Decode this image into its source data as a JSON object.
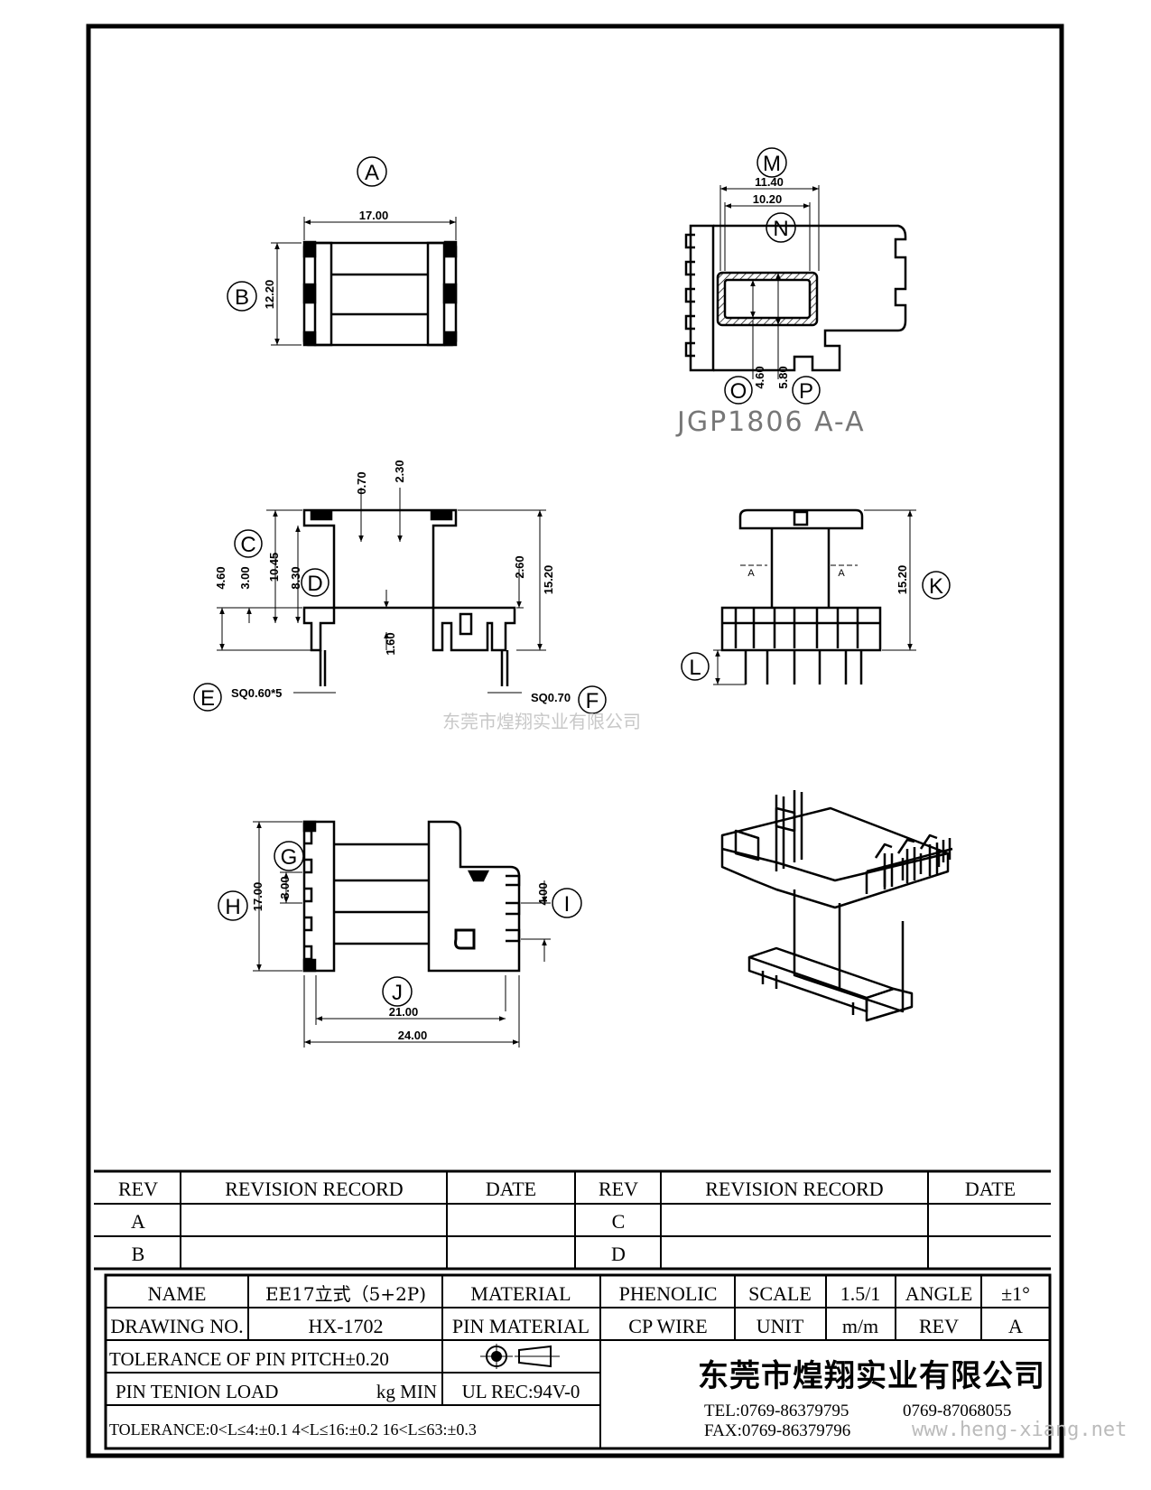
{
  "views": {
    "top": {
      "label_a": "A",
      "label_b": "B",
      "dim_width": "17.00",
      "dim_height": "12.20"
    },
    "section": {
      "label_m": "M",
      "label_n": "N",
      "label_o": "O",
      "label_p": "P",
      "dim_m": "11.40",
      "dim_n": "10.20",
      "dim_o": "4.60",
      "dim_p": "5.80",
      "title": "JGP1806  A-A"
    },
    "front": {
      "label_c": "C",
      "label_d": "D",
      "label_e": "E",
      "label_f": "F",
      "dim_070": "0.70",
      "dim_230": "2.30",
      "dim_460": "4.60",
      "dim_300": "3.00",
      "dim_1045": "10.45",
      "dim_830": "8.30",
      "dim_260": "2.60",
      "dim_1520": "15.20",
      "dim_160": "1.60",
      "pin_e": "SQ0.60*5",
      "pin_f": "SQ0.70"
    },
    "side": {
      "label_k": "K",
      "label_l": "L",
      "dim_1520": "15.20",
      "section_mark": "A"
    },
    "bottom": {
      "label_g": "G",
      "label_h": "H",
      "label_i": "I",
      "label_j": "J",
      "dim_1700": "17.00",
      "dim_300": "3.00",
      "dim_400": "4.00",
      "dim_2100": "21.00",
      "dim_2400": "24.00"
    }
  },
  "watermark": "东莞市煌翔实业有限公司",
  "revision_table": {
    "headers": [
      "REV",
      "REVISION RECORD",
      "DATE",
      "REV",
      "REVISION RECORD",
      "DATE"
    ],
    "rows": [
      [
        "A",
        "",
        "",
        "C",
        "",
        ""
      ],
      [
        "B",
        "",
        "",
        "D",
        "",
        ""
      ]
    ]
  },
  "title_block": {
    "name_label": "NAME",
    "name_value": "EE17立式（5+2P)",
    "material_label": "MATERIAL",
    "material_value": "PHENOLIC",
    "scale_label": "SCALE",
    "scale_value": "1.5/1",
    "angle_label": "ANGLE",
    "angle_value": "±1°",
    "drawing_no_label": "DRAWING NO.",
    "drawing_no_value": "HX-1702",
    "pin_material_label": "PIN MATERIAL",
    "pin_material_value": "CP WIRE",
    "unit_label": "UNIT",
    "unit_value": "m/m",
    "rev_label": "REV",
    "rev_value": "A",
    "tolerance_pitch": "TOLERANCE OF PIN PITCH±0.20",
    "pin_tenion_label": "PIN TENION LOAD",
    "pin_tenion_unit": "kg MIN",
    "ul": "UL REC:94V-0",
    "tolerance": "TOLERANCE:0<L≤4:±0.1  4<L≤16:±0.2  16<L≤63:±0.3",
    "company": "东莞市煌翔实业有限公司",
    "tel": "TEL:0769-86379795",
    "tel2": "0769-87068055",
    "fax": "FAX:0769-86379796",
    "website": "www.heng-xiang.net"
  }
}
